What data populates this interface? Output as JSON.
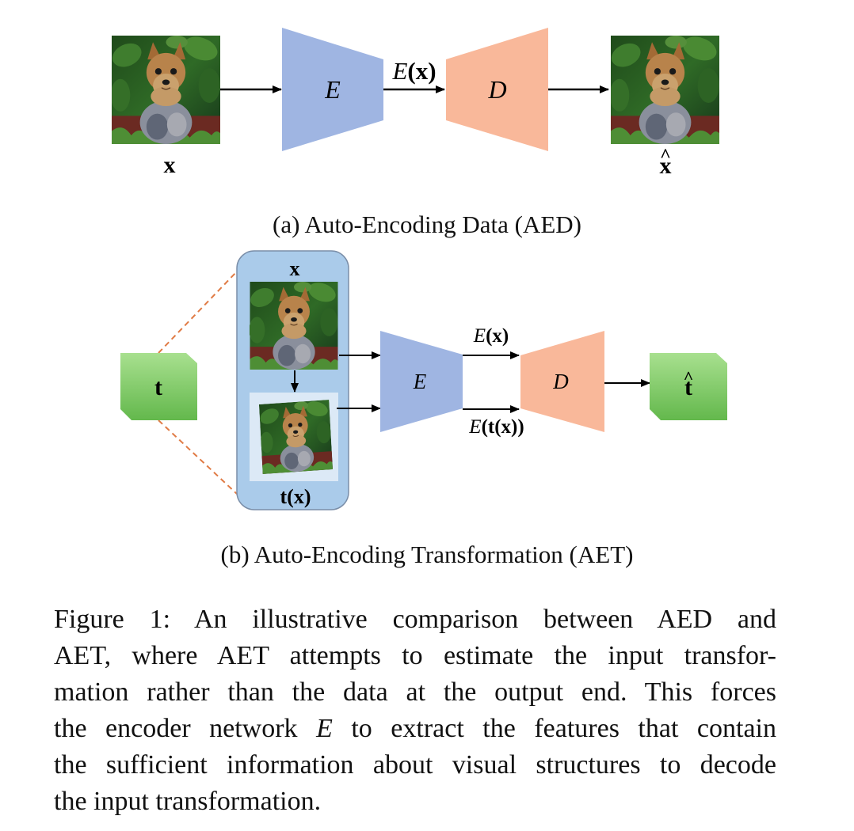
{
  "colors": {
    "encoder": "#9fb5e2",
    "decoder": "#f9b89a",
    "transform_block_top": "#a8e08f",
    "transform_block_bottom": "#63b84c",
    "aet_panel": "#aacbea",
    "dashed_line": "#e07b45",
    "arrow": "#000000"
  },
  "icons": {
    "input_photo": "dog-photo-icon",
    "output_photo": "dog-photo-icon",
    "transformed_photo": "warped-dog-photo-icon"
  },
  "panel_a": {
    "input_label": "x",
    "encoder_label": "E",
    "latent_label_fn": "E",
    "latent_label_arg": "(x)",
    "decoder_label": "D",
    "output_label": "x",
    "output_hat": "^",
    "caption": "(a) Auto-Encoding Data (AED)"
  },
  "panel_b": {
    "transform_label": "t",
    "top_image_label": "x",
    "bottom_image_label": "t(x)",
    "encoder_label": "E",
    "latent_top_fn": "E",
    "latent_top_arg": "(x)",
    "latent_bottom_fn": "E",
    "latent_bottom_arg": "(t(x))",
    "decoder_label": "D",
    "output_label": "t",
    "output_hat": "^",
    "caption": "(b) Auto-Encoding Transformation (AET)"
  },
  "figure_caption": {
    "line1": "Figure 1:  An illustrative comparison between AED and",
    "line2": "AET, where AET attempts to estimate the input transfor-",
    "line3": "mation rather than the data at the output end.  This forces",
    "line4_pre": "the encoder network ",
    "line4_math": "E",
    "line4_post": " to extract the features that contain",
    "line5": "the sufficient information about visual structures to decode",
    "line6": "the input transformation."
  }
}
